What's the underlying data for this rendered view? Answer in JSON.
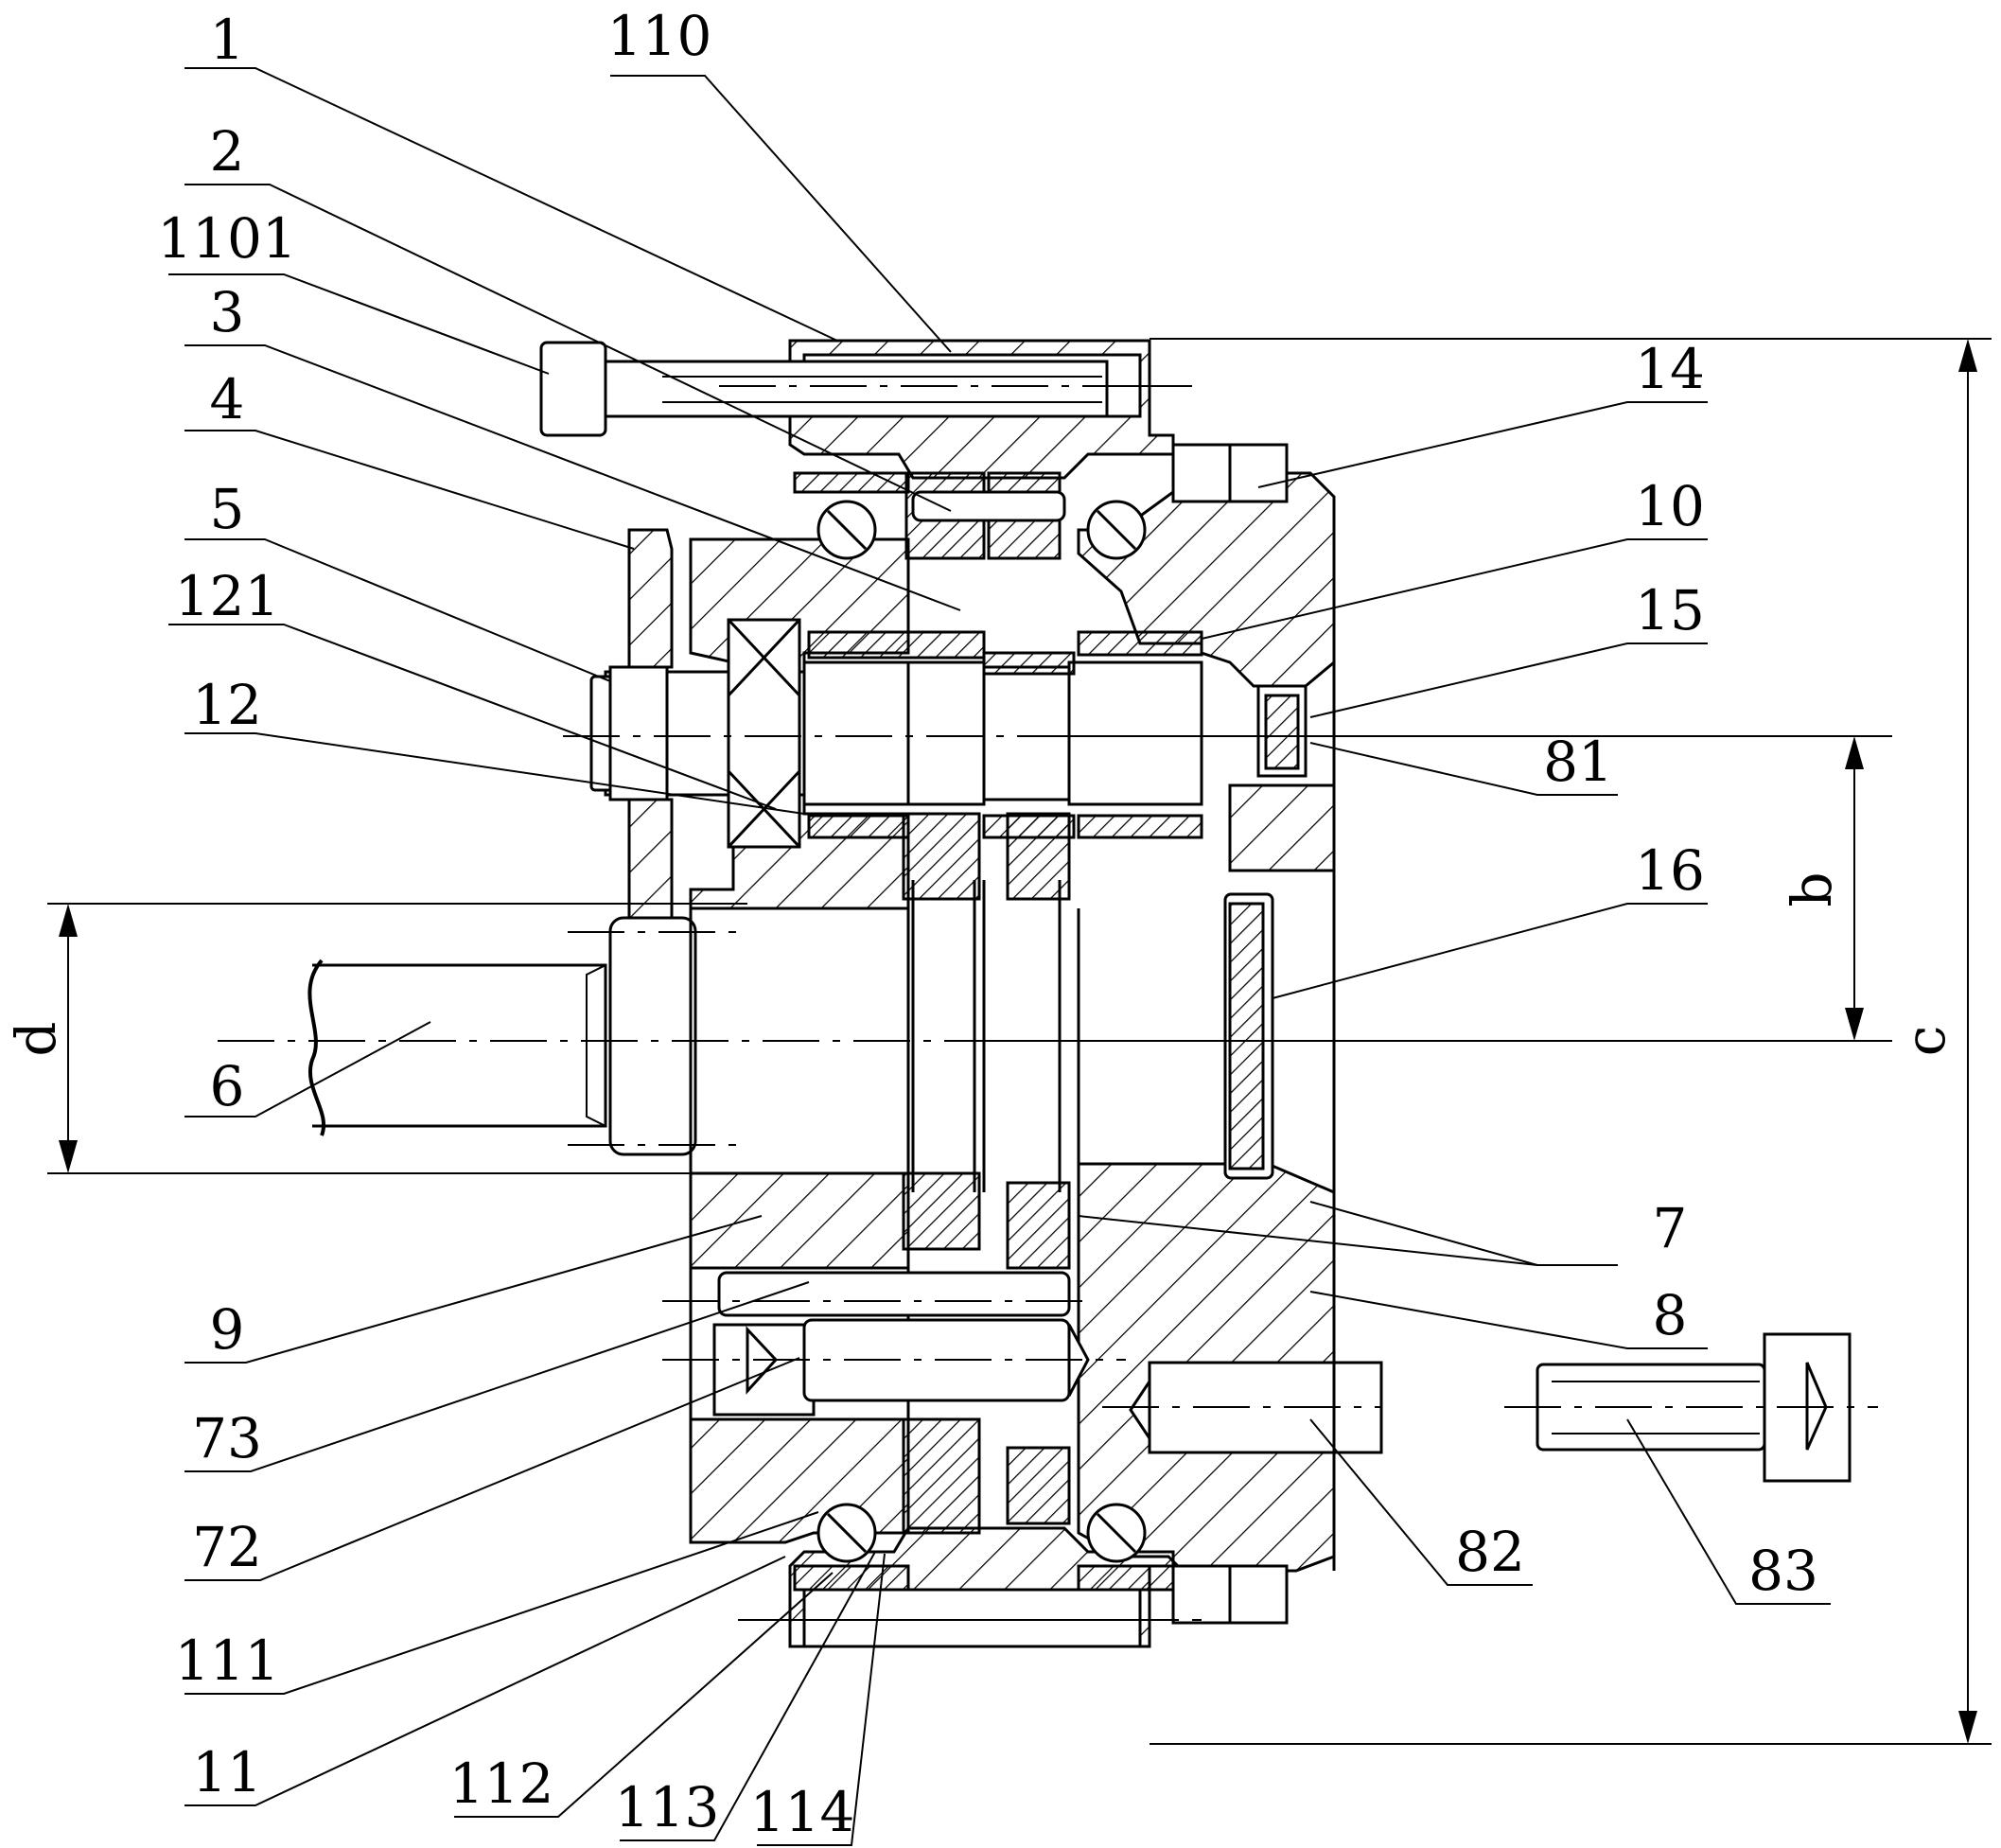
{
  "drawing": {
    "part_labels": {
      "p1": "1",
      "p110": "110",
      "p2": "2",
      "p1101": "1101",
      "p3": "3",
      "p4": "4",
      "p5": "5",
      "p121": "121",
      "p12": "12",
      "p6": "6",
      "p9": "9",
      "p73": "73",
      "p72": "72",
      "p111": "111",
      "p11": "11",
      "p112": "112",
      "p113": "113",
      "p114": "114",
      "p14": "14",
      "p10": "10",
      "p15": "15",
      "p81": "81",
      "p16": "16",
      "p7": "7",
      "p8": "8",
      "p82": "82",
      "p83": "83"
    },
    "dimension_labels": {
      "d": "d",
      "b": "b",
      "c": "c"
    }
  }
}
